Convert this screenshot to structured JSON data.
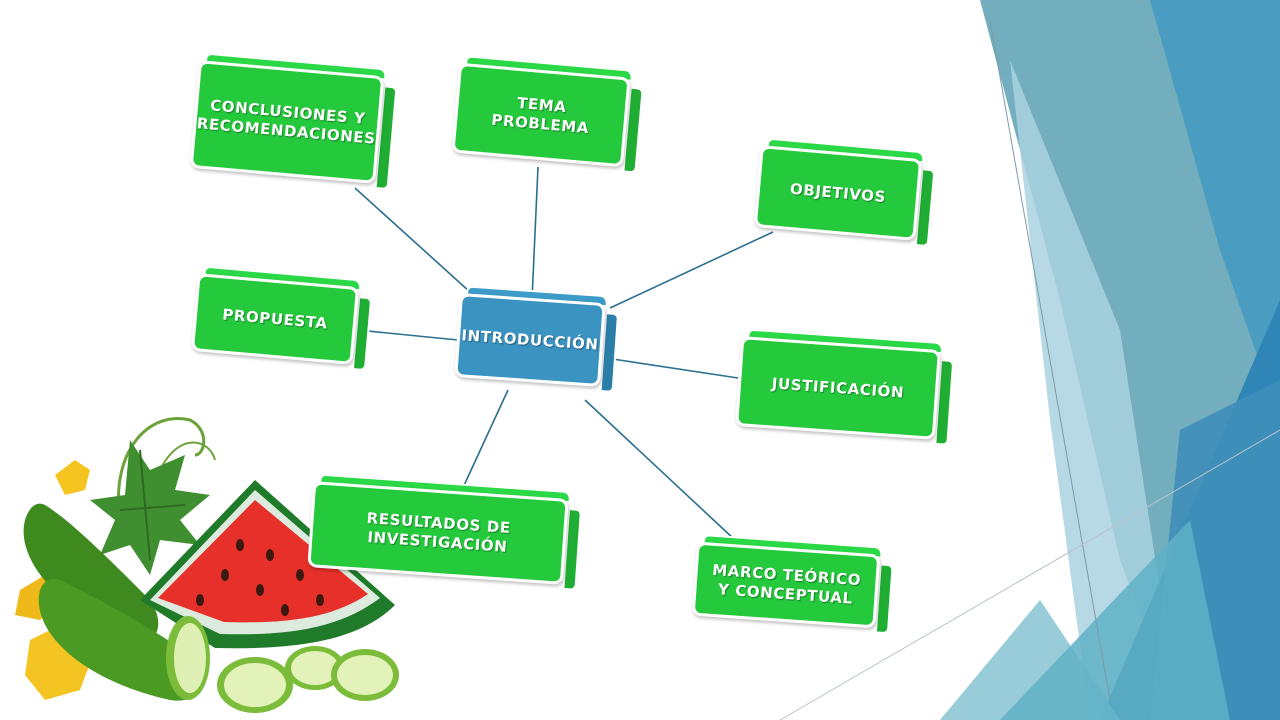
{
  "diagram": {
    "center": {
      "label": "INTRODUCCIÓN",
      "color": "#3a93c0"
    },
    "nodes": [
      {
        "id": "conclusiones",
        "label": "CONCLUSIONES Y RECOMENDACIONES"
      },
      {
        "id": "tema",
        "label": "TEMA PROBLEMA"
      },
      {
        "id": "objetivos",
        "label": "OBJETIVOS"
      },
      {
        "id": "propuesta",
        "label": "PROPUESTA"
      },
      {
        "id": "justificacion",
        "label": "JUSTIFICACIÓN"
      },
      {
        "id": "resultados",
        "label": "RESULTADOS DE INVESTIGACIÓN"
      },
      {
        "id": "marco",
        "label": "MARCO TEÓRICO Y CONCEPTUAL"
      }
    ],
    "node_color": "#24c93c",
    "connector_color": "#2b6f8f"
  },
  "decoration": {
    "illustration": "watermelon-and-cucumbers",
    "accent_colors": [
      "#3f8fb8",
      "#6aaab9",
      "#a9d2e0",
      "#2f86b6"
    ]
  }
}
